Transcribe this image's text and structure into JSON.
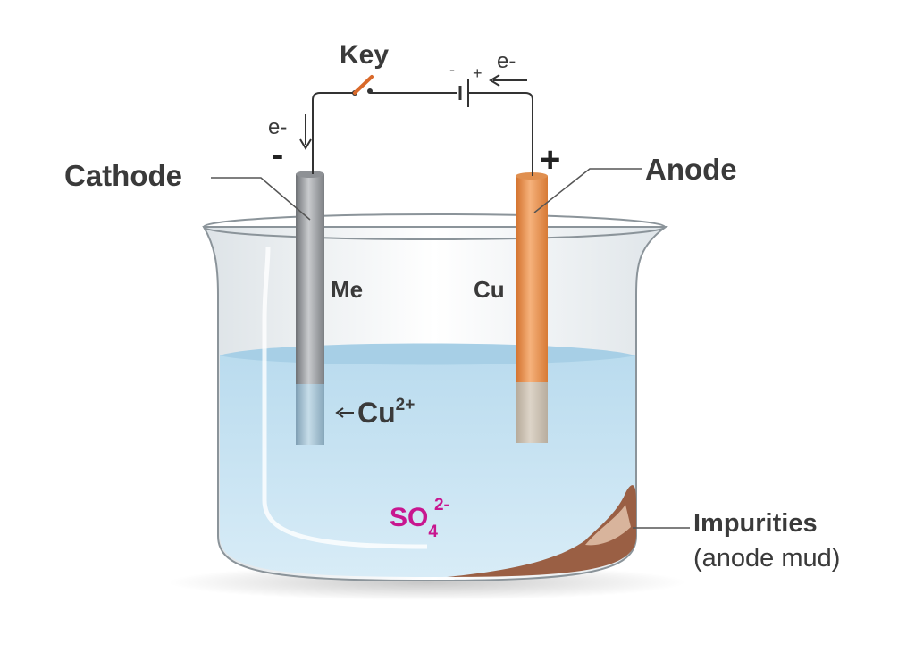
{
  "labels": {
    "key": "Key",
    "cathode": "Cathode",
    "anode": "Anode",
    "cathode_metal": "Me",
    "anode_metal": "Cu",
    "electron_left": "e-",
    "electron_right": "e-",
    "cathode_sign": "-",
    "anode_sign": "+",
    "battery_minus": "-",
    "battery_plus": "+",
    "copper_ion_base": "Cu",
    "copper_ion_charge": "2+",
    "sulfate_base": "SO",
    "sulfate_sub": "4",
    "sulfate_charge": "2-",
    "impurities": "Impurities",
    "anode_mud": "(anode mud)"
  },
  "colors": {
    "text": "#3a3a3a",
    "sulfate": "#c8168f",
    "anode_copper": "#e8873f",
    "cathode_metal": "#9c9fa3",
    "electrolyte": "#cfe6f3",
    "mud": "#a0644a",
    "wire": "#333333",
    "key_switch": "#d9692a"
  }
}
